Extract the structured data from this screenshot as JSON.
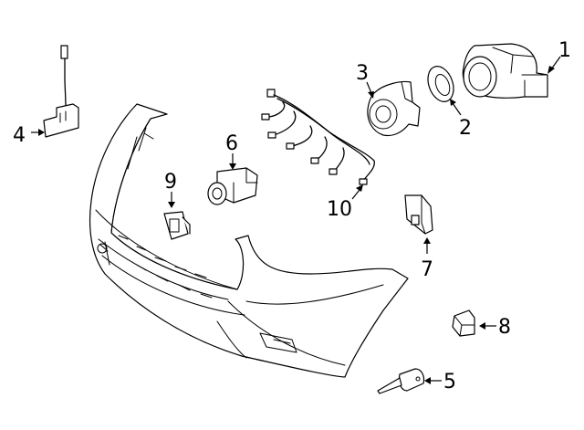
{
  "diagram": {
    "background": "#ffffff",
    "line_color": "#000000",
    "callouts": [
      {
        "id": "c1",
        "label": "1"
      },
      {
        "id": "c2",
        "label": "2"
      },
      {
        "id": "c3",
        "label": "3"
      },
      {
        "id": "c4",
        "label": "4"
      },
      {
        "id": "c5",
        "label": "5"
      },
      {
        "id": "c6",
        "label": "6"
      },
      {
        "id": "c7",
        "label": "7"
      },
      {
        "id": "c8",
        "label": "8"
      },
      {
        "id": "c9",
        "label": "9"
      },
      {
        "id": "c10",
        "label": "10"
      }
    ]
  }
}
